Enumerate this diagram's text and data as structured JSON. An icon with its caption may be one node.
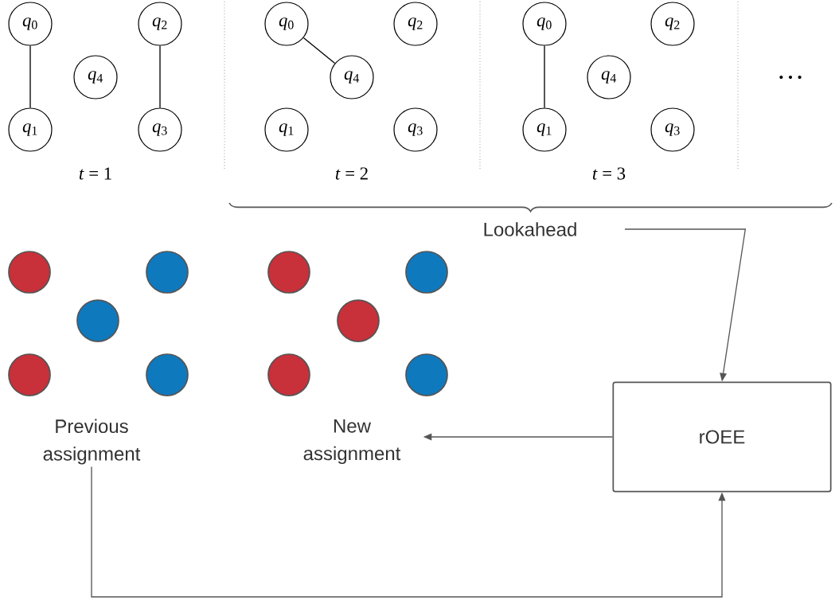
{
  "diagram": {
    "nodes": [
      {
        "text": [
          "*q*$_{0}$"
        ]
      },
      {
        "text": [
          "*q*$_{2}$"
        ]
      },
      {
        "text": [
          "*q*$_{4}$"
        ]
      },
      {
        "text": [
          "*q*$_{1}$"
        ]
      },
      {
        "text": [
          "*q*$_{3}$"
        ]
      },
      {
        "text": [
          "*q*$_{0}$"
        ]
      },
      {
        "text": [
          "*q*$_{2}$"
        ]
      },
      {
        "text": [
          "*q*$_{4}$"
        ]
      },
      {
        "text": [
          "*q*$_{1}$"
        ]
      },
      {
        "text": [
          "*q*$_{3}$"
        ]
      },
      {
        "text": [
          "*q*$_{0}$"
        ]
      },
      {
        "text": [
          "*q*$_{2}$"
        ]
      },
      {
        "text": [
          "*q*$_{4}$"
        ]
      },
      {
        "text": [
          "*q*$_{1}$"
        ]
      },
      {
        "text": [
          "*q*$_{3}$"
        ]
      },
      {
        "text": [
          "Lookahead"
        ]
      },
      {
        "text": [],
        "shape": "circle"
      },
      {
        "text": [],
        "shape": "circle"
      },
      {
        "text": [],
        "shape": "circle"
      },
      {
        "text": [],
        "shape": "circle"
      },
      {
        "text": [],
        "shape": "circle"
      },
      {
        "text": [],
        "shape": "circle"
      },
      {
        "text": [],
        "shape": "circle"
      },
      {
        "text": [],
        "shape": "circle"
      },
      {
        "text": [],
        "shape": "circle"
      },
      {
        "text": [],
        "shape": "circle"
      },
      {
        "text": [
          "Previous assignment"
        ]
      },
      {
        "text": [
          "New assignment"
        ]
      },
      {
        "text": [
          "rOEE"
        ]
      }
    ],
    "edges": [
      {
        "from": 0,
        "to": 3,
        "arrow": "none"
      },
      {
        "from": 1,
        "to": 4,
        "arrow": "none"
      },
      {
        "from": 5,
        "to": 7,
        "arrow": "none"
      },
      {
        "from": 10,
        "to": 13,
        "arrow": "none"
      },
      {
        "from": 15,
        "to": 28,
        "arrow": "to"
      },
      {
        "from": 28,
        "to": 27,
        "arrow": "to"
      },
      {
        "from": 26,
        "to": 28,
        "arrow": "to"
      }
    ],
    "labels": [
      "*t* = 1",
      "*t* = 2",
      "*t* = 3",
      "…"
    ]
  }
}
